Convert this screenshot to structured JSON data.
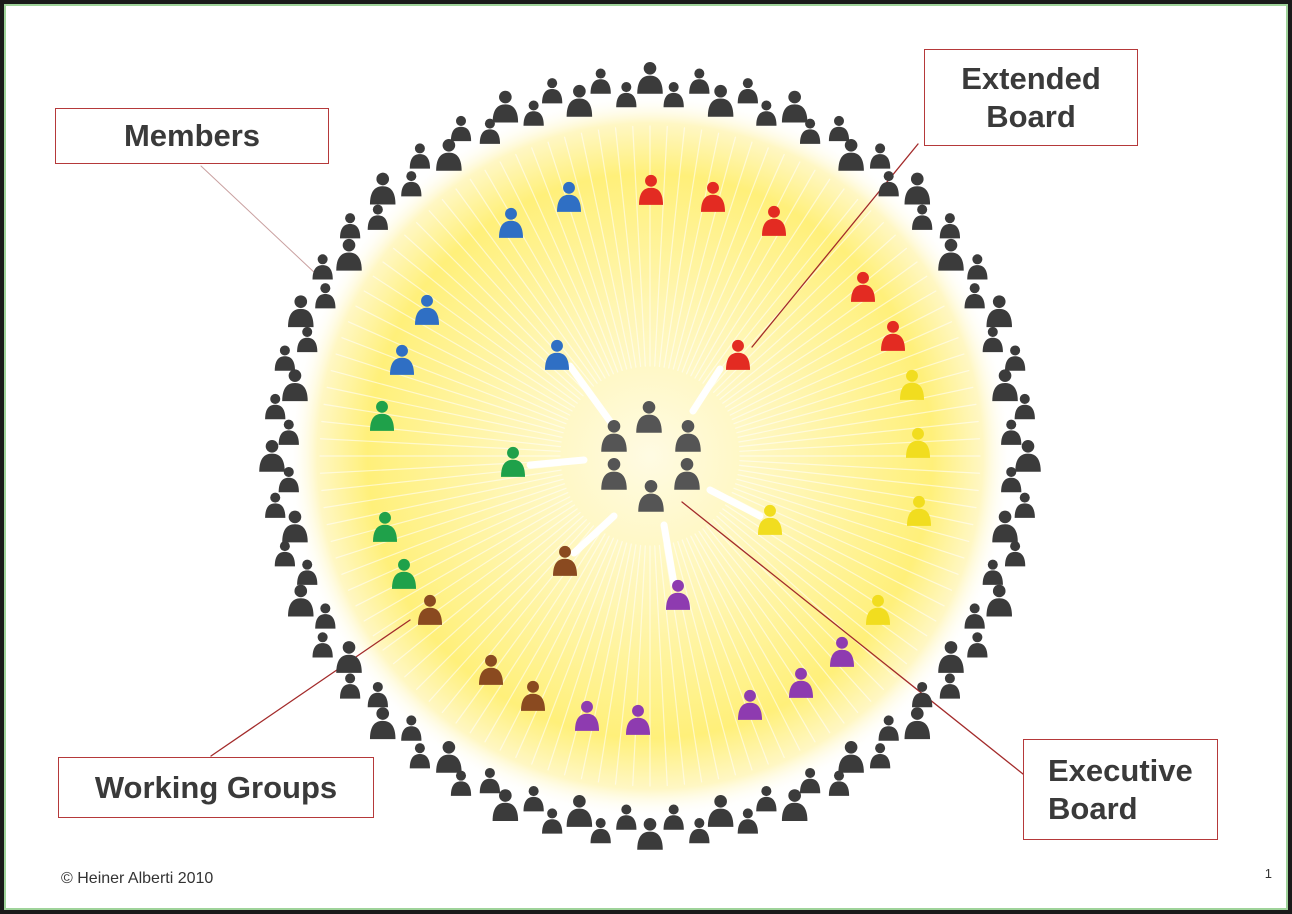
{
  "labels": {
    "members": "Members",
    "extended_board_line1": "Extended",
    "extended_board_line2": "Board",
    "working_groups": "Working Groups",
    "executive_board_line1": "Executive",
    "executive_board_line2": "Board"
  },
  "footer": {
    "copyright": "© Heiner Alberti 2010",
    "page_number": "1"
  },
  "colors": {
    "member": "#3b3b3b",
    "executive": "#555555",
    "connector_line": "#a32b2b",
    "glow": "#fff27a",
    "box_border": "#b5393a",
    "groups": [
      "#2f6fc4",
      "#e32b22",
      "#f1dd1f",
      "#8e3bb0",
      "#8a4a20",
      "#1fa14a"
    ]
  },
  "groups": [
    {
      "color": "#2f6fc4",
      "icon": "person-icon",
      "count": 5
    },
    {
      "color": "#e32b22",
      "icon": "person-icon",
      "count": 6
    },
    {
      "color": "#f1dd1f",
      "icon": "person-icon",
      "count": 5
    },
    {
      "color": "#8e3bb0",
      "icon": "person-icon",
      "count": 6
    },
    {
      "color": "#8a4a20",
      "icon": "person-icon",
      "count": 4
    },
    {
      "color": "#1fa14a",
      "icon": "person-icon",
      "count": 4
    }
  ],
  "executive_board": {
    "icon": "person-icon",
    "count": 6
  },
  "members_ring": {
    "icon": "person-icon",
    "count": 96
  }
}
